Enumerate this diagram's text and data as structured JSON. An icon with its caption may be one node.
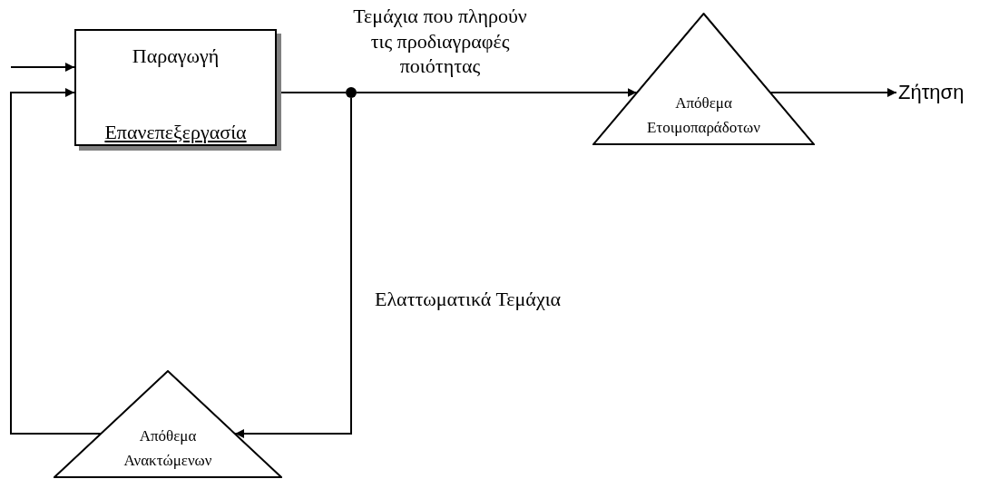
{
  "diagram": {
    "nodes": [
      {
        "text": [
          "Παραγωγή",
          "Επανεπεξεργασία"
        ]
      },
      {
        "text": [],
        "shape": "circle"
      },
      {
        "text": [
          "Απόθεμα Ετοιμοπαράδοτων"
        ]
      },
      {
        "text": [
          "Ζήτηση"
        ]
      },
      {
        "text": [
          "Απόθεμα Ανακτώμενων"
        ]
      }
    ],
    "edges": [
      {
        "from": null,
        "to": 0,
        "arrow": "to"
      },
      {
        "from": 0,
        "to": 1,
        "arrow": "none"
      },
      {
        "from": 1,
        "to": 2,
        "arrow": "to",
        "label": "Τεμάχια που πληρούν τις προδιαγραφές ποιότητας"
      },
      {
        "from": 2,
        "to": 3,
        "arrow": "to"
      },
      {
        "from": 1,
        "to": 4,
        "arrow": "to",
        "label": "Ελαττωματικά Τεμάχια"
      },
      {
        "from": 4,
        "to": 0,
        "arrow": "to"
      }
    ]
  }
}
